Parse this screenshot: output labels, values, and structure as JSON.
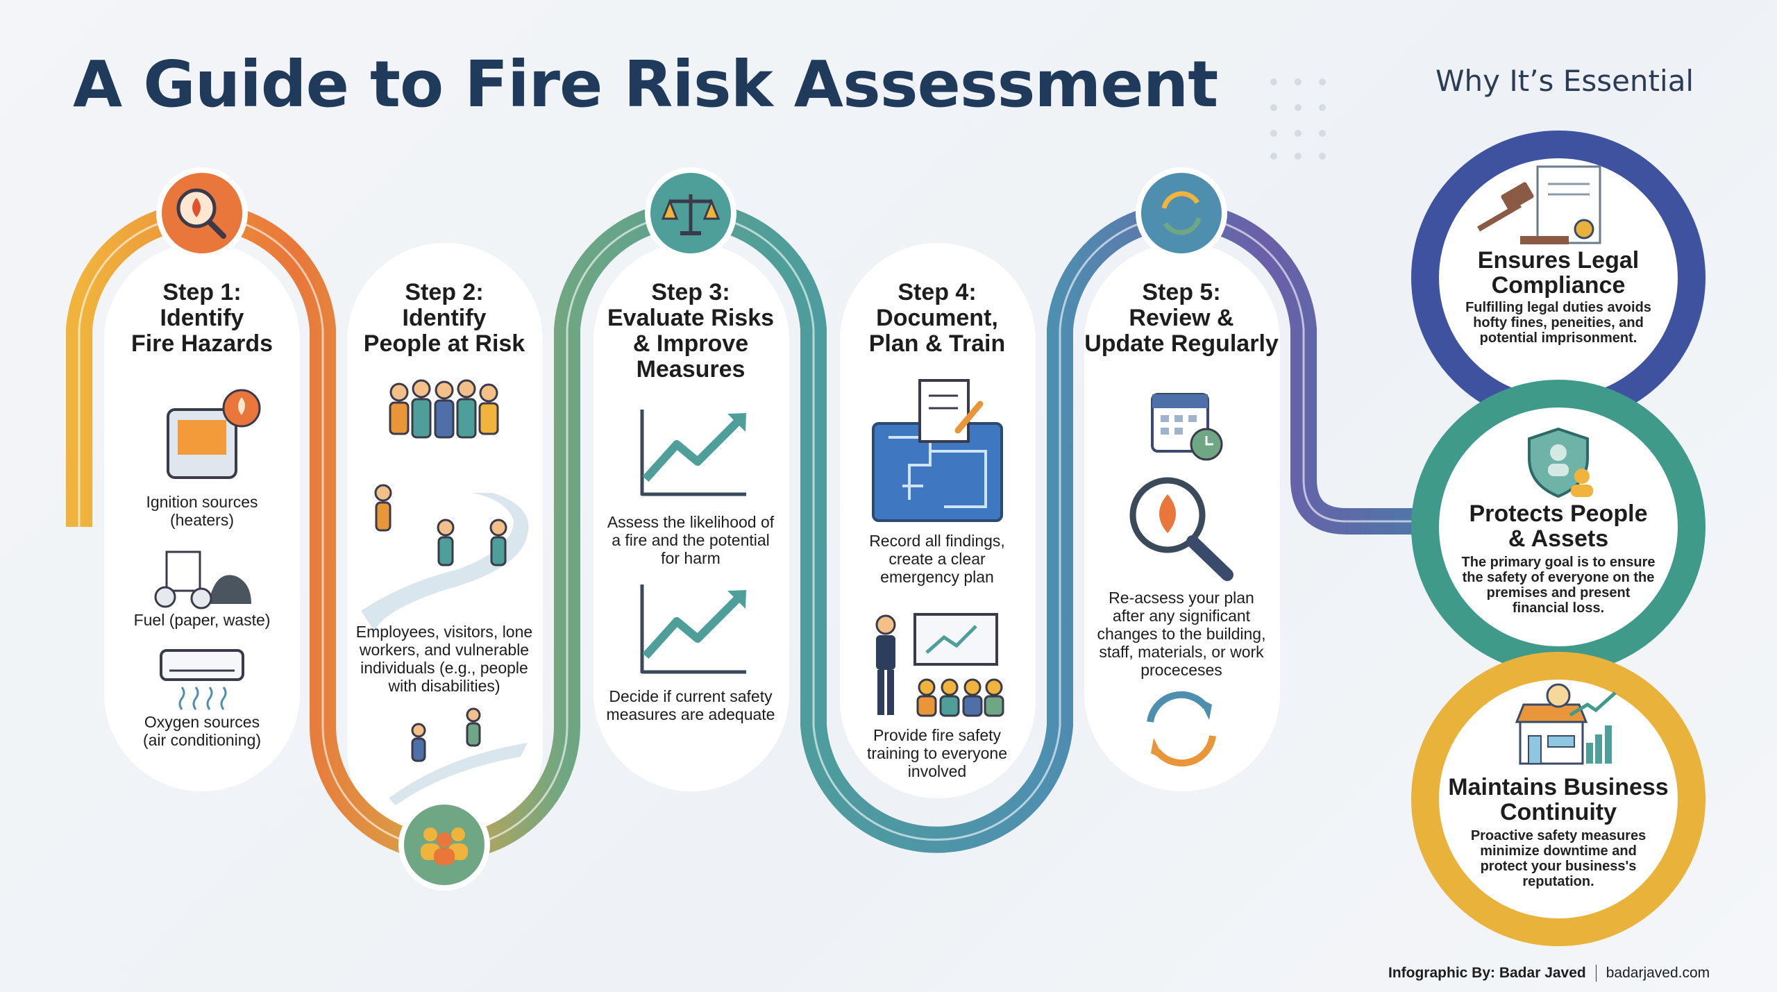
{
  "title": "A Guide to Fire Risk Assessment",
  "sidebar_title": "Why It’s Essential",
  "colors": {
    "title": "#1f3a5a",
    "orange": "#e9763a",
    "yellow": "#f0b43c",
    "green": "#6fa683",
    "teal": "#4e9e9a",
    "blue": "#4e8fb0",
    "purple": "#6a5fa8",
    "legal_ring": "#3f52a0",
    "people_ring": "#3f9a8a",
    "continuity_ring": "#e9b23a"
  },
  "steps": [
    {
      "heading": "Step 1:\nIdentify\nFire Hazards",
      "icon": "fire-magnifier-icon",
      "items": [
        {
          "icon": "heater-icon",
          "caption": "Ignition sources\n(heaters)"
        },
        {
          "icon": "fuel-paper-waste-icon",
          "caption": "Fuel (paper, waste)"
        },
        {
          "icon": "air-conditioner-icon",
          "caption": "Oxygen sources\n(air conditioning)"
        }
      ]
    },
    {
      "heading": "Step 2:\nIdentify\nPeople at Risk",
      "icon": "people-group-icon",
      "items": [
        {
          "icon": "group-of-workers-icon",
          "caption": ""
        },
        {
          "icon": "people-walking-path-icon",
          "caption": "Employees, visitors, lone\nworkers, and vulnerable\nindividuals (e.g., people\nwith disabilities)"
        },
        {
          "icon": "evacuation-walking-icon",
          "caption": ""
        }
      ]
    },
    {
      "heading": "Step 3:\nEvaluate Risks\n& Improve\nMeasures",
      "icon": "scales-icon",
      "items": [
        {
          "icon": "trend-chart-icon",
          "caption": "Assess the likelihood of\na fire and the potential\nfor harm"
        },
        {
          "icon": "trend-chart-icon",
          "caption": "Decide if current safety\nmeasures are adequate"
        }
      ]
    },
    {
      "heading": "Step 4:\nDocument,\nPlan & Train",
      "icon": "",
      "items": [
        {
          "icon": "blueprint-document-icon",
          "caption": "Record all findings,\ncreate a clear\nemergency plan"
        },
        {
          "icon": "training-presentation-icon",
          "caption": "Provide fire safety\ntraining to everyone\ninvolved"
        }
      ]
    },
    {
      "heading": "Step 5:\nReview &\nUpdate Regularly",
      "icon": "refresh-icon",
      "items": [
        {
          "icon": "calendar-clock-icon",
          "caption": ""
        },
        {
          "icon": "fire-magnifier-icon",
          "caption": "Re-acsess your plan\nafter any significant\nchanges to the building,\nstaff, materials, or work\nproceceses"
        },
        {
          "icon": "cycle-arrows-icon",
          "caption": ""
        }
      ]
    }
  ],
  "benefits": [
    {
      "heading": "Ensures Legal\nCompliance",
      "text": "Fulfilling legal duties avoids hofty fines, peneities, and potential imprisonment.",
      "icon": "gavel-certificate-icon"
    },
    {
      "heading": "Protects People\n& Assets",
      "text": "The primary goal is to ensure the safety of everyone on the premises and present financial loss.",
      "icon": "shield-person-icon"
    },
    {
      "heading": "Maintains Business\nContinuity",
      "text": "Proactive safety measures minimize downtime and protect your business's reputation.",
      "icon": "storefront-growth-icon"
    }
  ],
  "footer": {
    "credit_label": "Infographic By: Badar Javed",
    "website": "badarjaved.com"
  }
}
